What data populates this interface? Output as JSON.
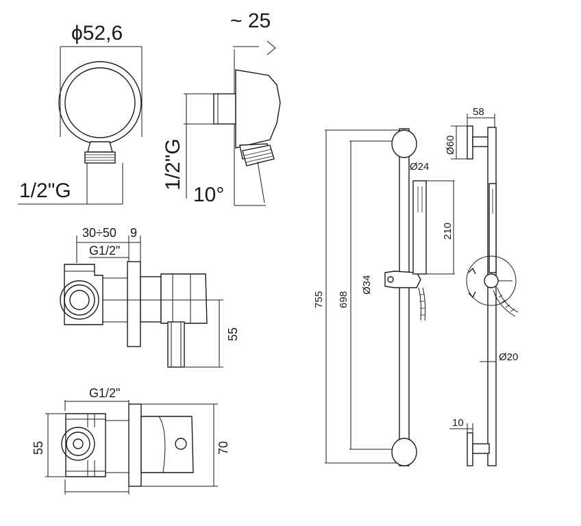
{
  "labels": {
    "wall_outlet_diameter": "ϕ52,6",
    "wall_outlet_thread_front": "1/2\"G",
    "wall_outlet_thread_side": "1/2\"G",
    "outlet_tilt_angle": "10°",
    "outlet_projection": "~ 25",
    "valve_depth_range": "30÷50",
    "valve_plate_thickness": "9",
    "valve_thread_top": "G1/2\"",
    "valve_side_height": "55",
    "valve_thread_bottom": "G1/2\"",
    "valve_body_height": "55",
    "valve_plate_height": "70",
    "rail_total_length": "755",
    "rail_bracket_span": "698",
    "slider_diameter": "Ø34",
    "handset_diameter": "Ø24",
    "handset_length": "210",
    "bracket_diameter": "Ø60",
    "bracket_projection": "58",
    "rail_diameter": "Ø20",
    "bracket_plate_thickness": "10"
  }
}
